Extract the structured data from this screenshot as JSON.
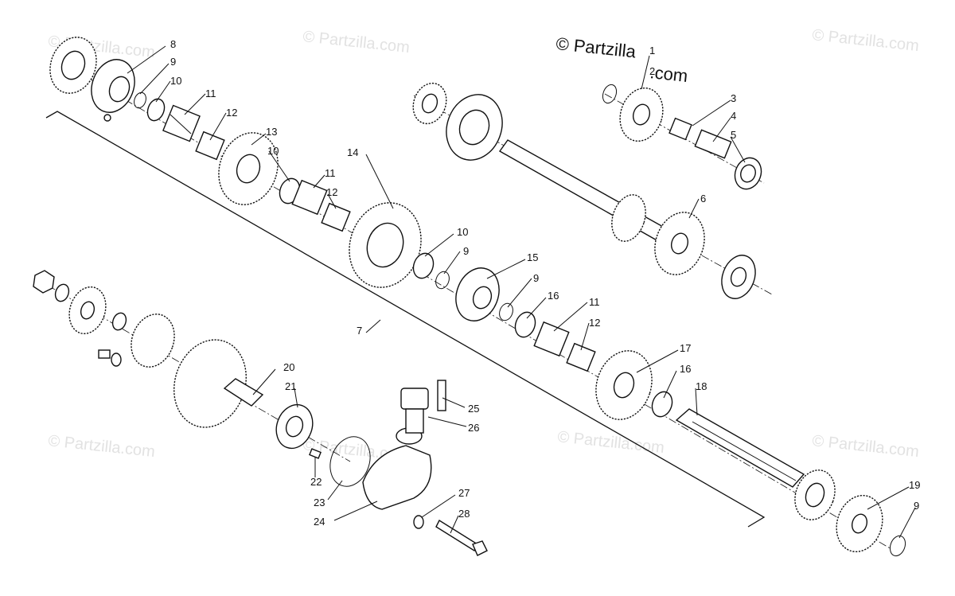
{
  "brand": {
    "copyright": "© Partzilla",
    "domain": ".com"
  },
  "watermark": "© Partzilla.com",
  "parts": [
    {
      "num": "1"
    },
    {
      "num": "2"
    },
    {
      "num": "3"
    },
    {
      "num": "4"
    },
    {
      "num": "5"
    },
    {
      "num": "6"
    },
    {
      "num": "7"
    },
    {
      "num": "8"
    },
    {
      "num": "9"
    },
    {
      "num": "10"
    },
    {
      "num": "11"
    },
    {
      "num": "12"
    },
    {
      "num": "13"
    },
    {
      "num": "10"
    },
    {
      "num": "11"
    },
    {
      "num": "12"
    },
    {
      "num": "14"
    },
    {
      "num": "10"
    },
    {
      "num": "9"
    },
    {
      "num": "15"
    },
    {
      "num": "9"
    },
    {
      "num": "16"
    },
    {
      "num": "11"
    },
    {
      "num": "12"
    },
    {
      "num": "17"
    },
    {
      "num": "16"
    },
    {
      "num": "18"
    },
    {
      "num": "19"
    },
    {
      "num": "9"
    },
    {
      "num": "20"
    },
    {
      "num": "21"
    },
    {
      "num": "22"
    },
    {
      "num": "23"
    },
    {
      "num": "24"
    },
    {
      "num": "25"
    },
    {
      "num": "26"
    },
    {
      "num": "27"
    },
    {
      "num": "28"
    }
  ]
}
